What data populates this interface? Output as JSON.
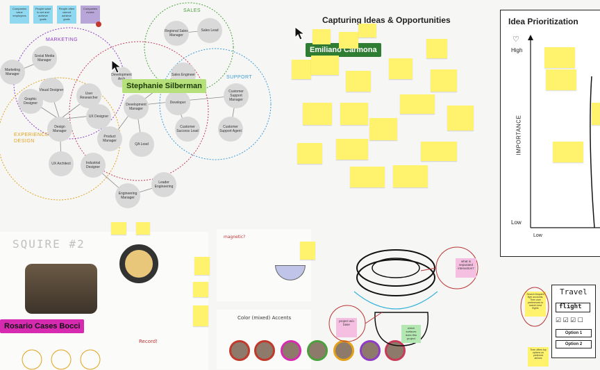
{
  "top_stickies": [
    {
      "text": "Companies value employees",
      "color": "#8fd8ef"
    },
    {
      "text": "People want to set and achieve goals",
      "color": "#8fd8ef"
    },
    {
      "text": "People often cannot achieve goals",
      "color": "#8fd8ef"
    },
    {
      "text": "Companies evolve",
      "color": "#b9a6d8"
    }
  ],
  "venn": {
    "labels": {
      "marketing": "MARKETING",
      "sales": "SALES",
      "support": "SUPPORT",
      "experience": "EXPERIENCE\nDESIGN"
    },
    "nodes": [
      {
        "key": "regional-sales-manager",
        "text": "Regional Sales Manager"
      },
      {
        "key": "sales-lead",
        "text": "Sales Lead"
      },
      {
        "key": "social-media-manager",
        "text": "Social Media Manager"
      },
      {
        "key": "marketing-manager",
        "text": "Marketing Manager"
      },
      {
        "key": "visual-designer",
        "text": "Visual Designer"
      },
      {
        "key": "graphic-designer",
        "text": "Graphic Designer"
      },
      {
        "key": "user-researcher",
        "text": "User Researcher"
      },
      {
        "key": "development-arch",
        "text": "Development Arch"
      },
      {
        "key": "sales-engineer",
        "text": "Sales Engineer"
      },
      {
        "key": "development-manager",
        "text": "Development Manager"
      },
      {
        "key": "ux-designer",
        "text": "UX Designer"
      },
      {
        "key": "design-manager",
        "text": "Design Manager"
      },
      {
        "key": "developer",
        "text": "Developer"
      },
      {
        "key": "customer-support-manager",
        "text": "Customer Support Manager"
      },
      {
        "key": "product-manager",
        "text": "Product Manager"
      },
      {
        "key": "customer-success-lead",
        "text": "Customer Success Lead"
      },
      {
        "key": "customer-support-agent",
        "text": "Customer Support Agent"
      },
      {
        "key": "qa-lead",
        "text": "QA Lead"
      },
      {
        "key": "ux-architect",
        "text": "UX Architect"
      },
      {
        "key": "industrial-designer",
        "text": "Industrial Designer"
      },
      {
        "key": "leader-engineering",
        "text": "Leader Engineering"
      },
      {
        "key": "engineering-manager",
        "text": "Engineering Manager"
      }
    ]
  },
  "cursors": {
    "stephanie": "Stephanie Silberman",
    "emiliano": "Emiliano Carmona",
    "rosario": "Rosario Cases Bocci"
  },
  "capture": {
    "title": "Capturing Ideas & Opportunities"
  },
  "priority": {
    "title": "Idea Prioritization",
    "high": "High",
    "low": "Low",
    "x_low": "Low",
    "axis": "IMPORTANCE"
  },
  "sketch": {
    "title": "SQUIRE #2",
    "record": "Record!",
    "color": "Color (mixed) Accents",
    "magnetic": "magnetic?"
  },
  "tire_notes": [
    {
      "text": "what is separated interaction?",
      "color": "#f4bfe0"
    },
    {
      "text": "project w/o base",
      "color": "#f4bfe0"
    },
    {
      "text": "which surfaces does this project",
      "color": "#b4e8b2"
    }
  ],
  "travel": {
    "title": "Travel",
    "flight": "flight",
    "option1": "Option 1",
    "option2": "Option 2",
    "note1": "Search frequent flyer accounts. Then user preferences to search best flights",
    "note2": "Then offers top options on preferred airlines"
  },
  "colors": {
    "marketing": "#8e3cc4",
    "sales": "#4aa03c",
    "support": "#3a9bd9",
    "experience": "#e3a21a",
    "stephanie_tag": "#b6e07a",
    "emiliano_tag": "#2f7d32",
    "rosario_tag": "#d62bb0"
  }
}
